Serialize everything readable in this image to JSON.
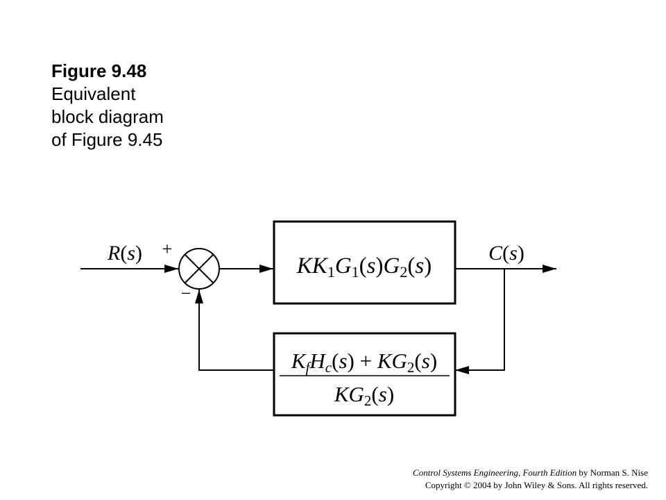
{
  "caption": {
    "figure_number": "Figure 9.48",
    "lines": [
      "Equivalent",
      "block diagram",
      "of Figure 9.45"
    ]
  },
  "diagram": {
    "input_label": "R(s)",
    "output_label": "C(s)",
    "plus_sign": "+",
    "minus_sign": "−",
    "forward_block": "KK1G1(s)G2(s)",
    "feedback_block_numerator": "KfHc(s) + KG2(s)",
    "feedback_block_denominator": "KG2(s)"
  },
  "footer": {
    "book_title": "Control Systems Engineering, Fourth Edition",
    "author": " by Norman S. Nise",
    "copyright": "Copyright © 2004 by John Wiley & Sons. All rights reserved."
  }
}
